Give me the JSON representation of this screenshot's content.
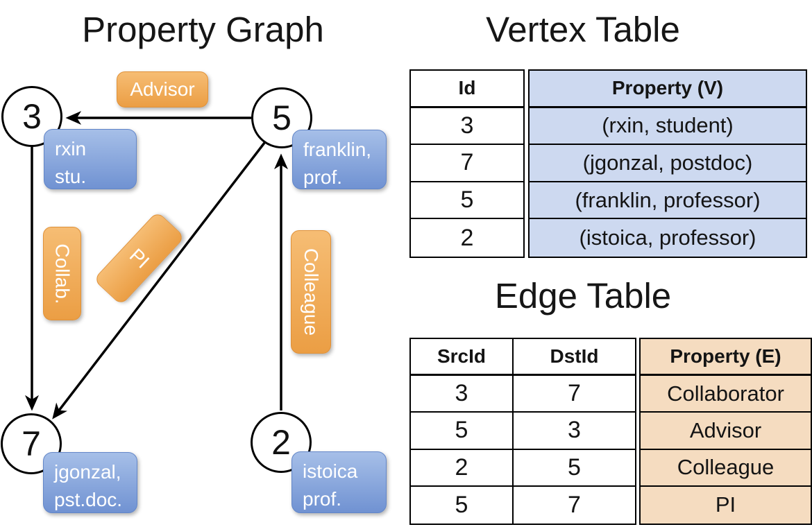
{
  "colors": {
    "orange_light": "#f6bd74",
    "orange_dark": "#eb9e44",
    "orange_border": "#e09138",
    "blue_light": "#a6bfe8",
    "blue_dark": "#7092d2",
    "blue_border": "#6286c8",
    "vertex_cell_bg": "#cdd9f0",
    "edge_cell_bg": "#f5dcc0",
    "line_color": "#000000"
  },
  "graph": {
    "title": "Property Graph",
    "nodes": [
      {
        "id": "3"
      },
      {
        "id": "5"
      },
      {
        "id": "7"
      },
      {
        "id": "2"
      }
    ],
    "node_properties": [
      {
        "line1": "rxin",
        "line2": "stu."
      },
      {
        "line1": "franklin,",
        "line2": "prof."
      },
      {
        "line1": "jgonzal,",
        "line2": "pst.doc."
      },
      {
        "line1": "istoica",
        "line2": "prof."
      }
    ],
    "edge_labels": [
      {
        "text": "Advisor",
        "from": "5",
        "to": "3"
      },
      {
        "text": "Collab.",
        "from": "3",
        "to": "7"
      },
      {
        "text": "PI",
        "from": "5",
        "to": "7"
      },
      {
        "text": "Colleague",
        "from": "2",
        "to": "5"
      }
    ]
  },
  "vertex_table": {
    "title": "Vertex Table",
    "col_id": "Id",
    "col_property": "Property (V)",
    "rows": [
      {
        "id": "3",
        "property": "(rxin, student)"
      },
      {
        "id": "7",
        "property": "(jgonzal, postdoc)"
      },
      {
        "id": "5",
        "property": "(franklin, professor)"
      },
      {
        "id": "2",
        "property": "(istoica, professor)"
      }
    ]
  },
  "edge_table": {
    "title": "Edge Table",
    "col_src": "SrcId",
    "col_dst": "DstId",
    "col_property": "Property (E)",
    "rows": [
      {
        "src": "3",
        "dst": "7",
        "property": "Collaborator"
      },
      {
        "src": "5",
        "dst": "3",
        "property": "Advisor"
      },
      {
        "src": "2",
        "dst": "5",
        "property": "Colleague"
      },
      {
        "src": "5",
        "dst": "7",
        "property": "PI"
      }
    ]
  }
}
